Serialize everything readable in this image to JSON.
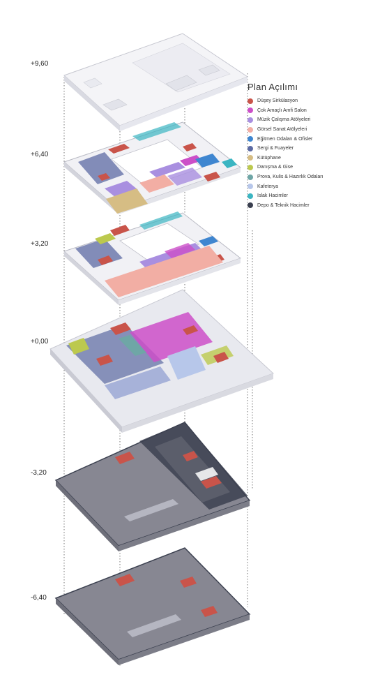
{
  "levels": {
    "l1": "+9,60",
    "l2": "+6,40",
    "l3": "+3,20",
    "l4": "+0,00",
    "l5": "-3,20",
    "l6": "-6,40"
  },
  "legend": {
    "title": "Plan Açılımı",
    "items": [
      {
        "label": "Düşey Sirkülasyon",
        "color": "#c9544a"
      },
      {
        "label": "Çok Amaçlı Amfi Salon",
        "color": "#cc4fc8"
      },
      {
        "label": "Müzik Çalışma Atölyeleri",
        "color": "#a98fe0"
      },
      {
        "label": "Görsel Sanat Atölyeleri",
        "color": "#f2aea4"
      },
      {
        "label": "Eğitmen Odaları & Ofisler",
        "color": "#3f86d0"
      },
      {
        "label": "Sergi & Fuayeler",
        "color": "#5c6aa3"
      },
      {
        "label": "Kütüphane",
        "color": "#d6bd84"
      },
      {
        "label": "Danışma & Gise",
        "color": "#bcc94e"
      },
      {
        "label": "Prova, Kulis & Hazırlık Odaları",
        "color": "#6fa6a6"
      },
      {
        "label": "Kafeterya",
        "color": "#b7c7ea"
      },
      {
        "label": "Islak Hacimler",
        "color": "#3bb5c2"
      },
      {
        "label": "Depo & Teknik Hacimler",
        "color": "#3a3f4f"
      }
    ]
  },
  "colors": {
    "roof": "#f3f3f6",
    "floor_light": "#e8e9ef",
    "basement_floor": "#878792",
    "basement_wall": "#3c4150",
    "guide_line": "#555555"
  }
}
